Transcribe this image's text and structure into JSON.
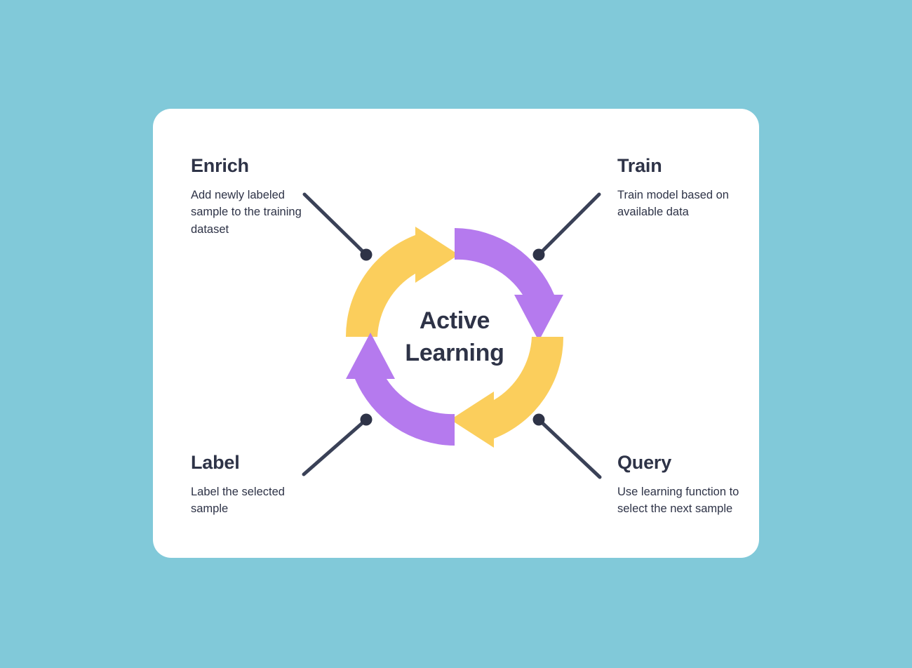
{
  "canvas": {
    "background_color": "#81c9d9",
    "card_color": "#ffffff"
  },
  "center": {
    "line1": "Active",
    "line2": "Learning",
    "text_color": "#2e3347"
  },
  "palette": {
    "yellow": "#fbce5c",
    "purple": "#b57aee",
    "navy": "#3a4157",
    "teal": "#81c9d9"
  },
  "chart_data": {
    "type": "diagram",
    "title": "Active Learning",
    "cycle_direction": "clockwise",
    "steps": [
      {
        "id": "train",
        "order": 1,
        "title": "Train",
        "description": "Train model based on available data",
        "arrow_color": "#b57aee",
        "quadrant": "upper-right"
      },
      {
        "id": "query",
        "order": 2,
        "title": "Query",
        "description": "Use learning function to select the next sample",
        "arrow_color": "#fbce5c",
        "quadrant": "lower-right"
      },
      {
        "id": "label",
        "order": 3,
        "title": "Label",
        "description": "Label the selected sample",
        "arrow_color": "#b57aee",
        "quadrant": "lower-left"
      },
      {
        "id": "enrich",
        "order": 4,
        "title": "Enrich",
        "description": "Add newly labeled sample to the training dataset",
        "arrow_color": "#fbce5c",
        "quadrant": "upper-left"
      }
    ]
  },
  "nodes": {
    "enrich": {
      "title": "Enrich",
      "description": "Add newly labeled sample to the training dataset"
    },
    "train": {
      "title": "Train",
      "description": "Train model based on available data"
    },
    "label": {
      "title": "Label",
      "description": "Label the selected sample"
    },
    "query": {
      "title": "Query",
      "description": "Use learning function to select the next sample"
    }
  }
}
